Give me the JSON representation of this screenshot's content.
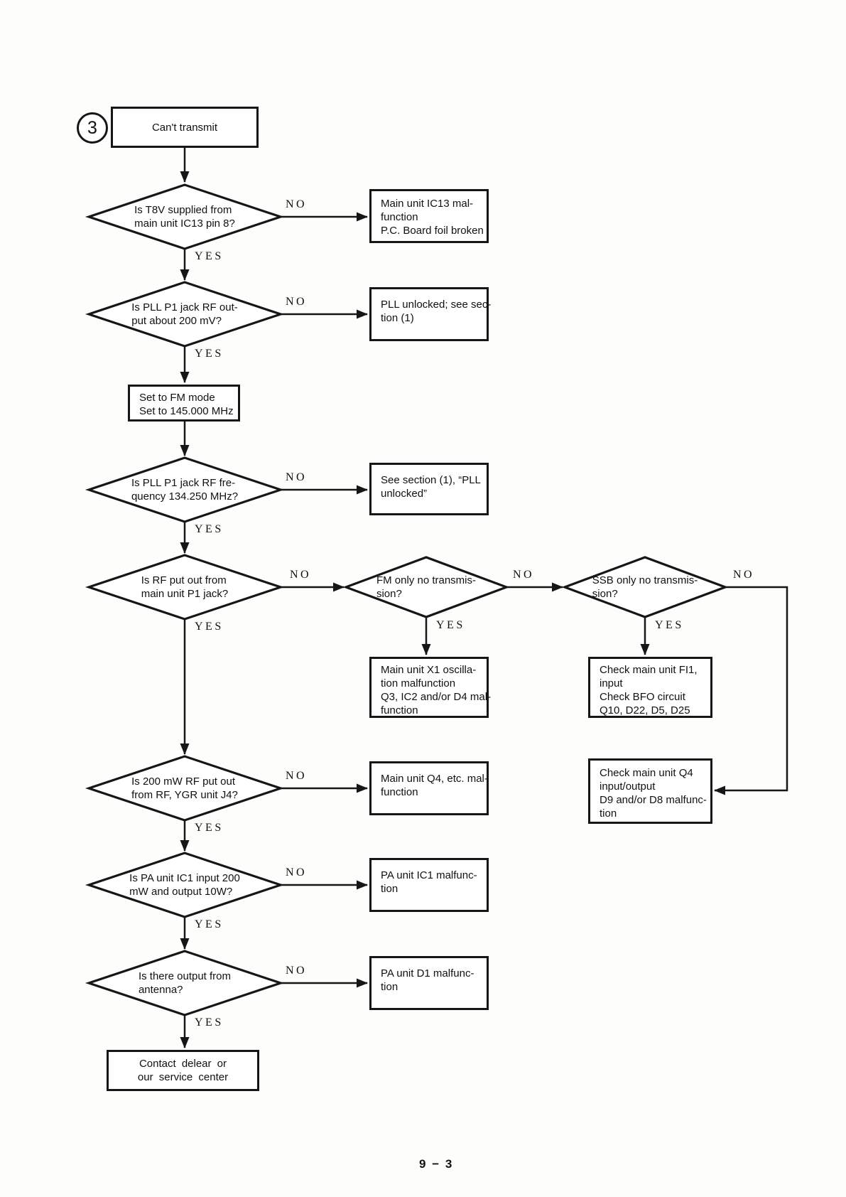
{
  "page": {
    "figure_number": "3",
    "page_number": "9 − 3"
  },
  "labels": {
    "yes": "YES",
    "no": "NO"
  },
  "flowchart": {
    "start": {
      "lines": [
        "Can't transmit"
      ]
    },
    "decisions": {
      "t8v": {
        "lines": [
          "Is T8V supplied from",
          "main unit IC13 pin 8?"
        ]
      },
      "pll_output": {
        "lines": [
          "Is PLL P1 jack RF out-",
          "put about 200 mV?"
        ]
      },
      "pll_freq": {
        "lines": [
          "Is PLL P1 jack RF fre-",
          "quency 134.250 MHz?"
        ]
      },
      "rf_out": {
        "lines": [
          "Is RF put out from",
          "main unit P1 jack?"
        ]
      },
      "fm_only": {
        "lines": [
          "FM only no transmis-",
          "sion?"
        ]
      },
      "ssb_only": {
        "lines": [
          "SSB only no transmis-",
          "sion?"
        ]
      },
      "rf_200mw": {
        "lines": [
          "Is 200 mW RF put out",
          "from RF, YGR unit J4?"
        ]
      },
      "pa_ic1": {
        "lines": [
          "Is PA unit IC1 input 200",
          "mW and output 10W?"
        ]
      },
      "antenna": {
        "lines": [
          "Is there output from",
          "antenna?"
        ]
      }
    },
    "processes": {
      "set_fm": {
        "lines": [
          "Set to FM mode",
          "Set to 145.000 MHz"
        ]
      }
    },
    "results": {
      "ic13": {
        "lines": [
          "Main unit IC13 mal-",
          "function",
          "P.C. Board foil broken"
        ]
      },
      "pll_unlocked": {
        "lines": [
          "PLL unlocked; see sec-",
          "tion (1)"
        ]
      },
      "see_section": {
        "lines": [
          "See section (1), “PLL",
          "unlocked”"
        ]
      },
      "x1_osc": {
        "lines": [
          "Main unit X1 oscilla-",
          "tion malfunction",
          "Q3, IC2 and/or D4 mal-",
          "function"
        ]
      },
      "fi1_bfo": {
        "lines": [
          "Check main unit FI1,",
          "input",
          "Check BFO circuit",
          "Q10, D22, D5, D25"
        ]
      },
      "q4_io": {
        "lines": [
          "Check main unit Q4",
          "input/output",
          "D9 and/or D8 malfunc-",
          "tion"
        ]
      },
      "q4_etc": {
        "lines": [
          "Main unit Q4, etc. mal-",
          "function"
        ]
      },
      "pa_ic1_mal": {
        "lines": [
          "PA unit IC1 malfunc-",
          "tion"
        ]
      },
      "pa_d1_mal": {
        "lines": [
          "PA unit D1 malfunc-",
          "tion"
        ]
      },
      "contact": {
        "lines": [
          "Contact delear or",
          "our service center"
        ]
      }
    }
  }
}
